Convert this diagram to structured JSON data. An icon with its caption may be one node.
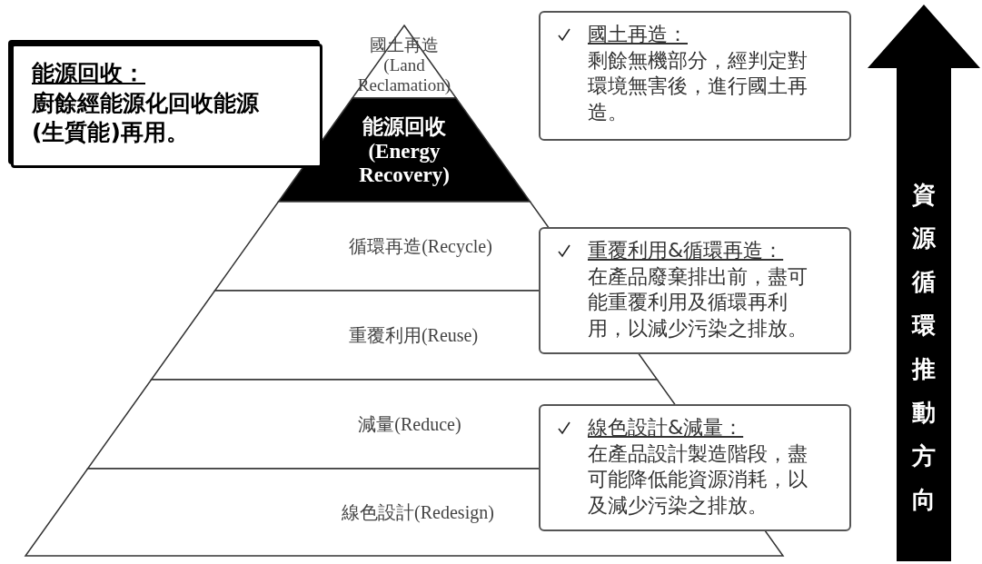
{
  "diagram": {
    "nodes": [
      {
        "text": [
          "能源回收：",
          "廚餘經能源化回收能源(生質能)再用。"
        ]
      },
      {
        "text": [
          "國土再造 (Land Reclamation)"
        ]
      },
      {
        "text": [
          "能源回收 (Energy Recovery)"
        ]
      },
      {
        "text": [
          "循環再造(Recycle)"
        ]
      },
      {
        "text": [
          "重覆利用(Reuse)"
        ]
      },
      {
        "text": [
          "減量(Reduce)"
        ]
      },
      {
        "text": [
          "線色設計(Redesign)"
        ]
      },
      {
        "text": [
          "國土再造：",
          "剩餘無機部分，經判定對環境無害後，進行國土再造。"
        ]
      },
      {
        "text": [
          "重覆利用&循環再造：",
          "在產品廢棄排出前，盡可能重覆利用及循環再利用，以減少污染之排放。"
        ]
      },
      {
        "text": [
          "線色設計&減量：",
          "在產品設計製造階段，盡可能降低能資源消耗，以及減少污染之排放。"
        ]
      },
      {
        "text": [
          "資源循環推動方向"
        ]
      }
    ]
  }
}
